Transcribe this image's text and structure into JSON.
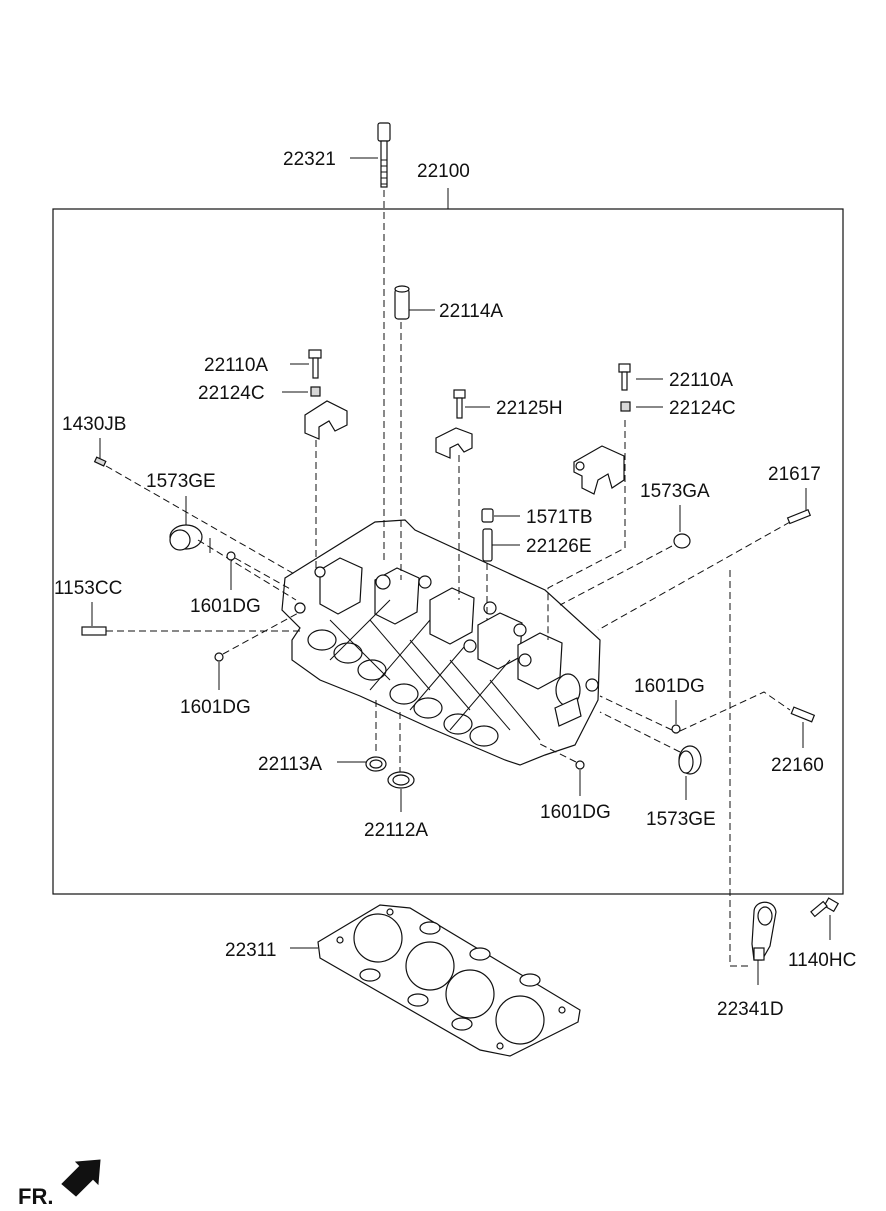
{
  "labels": {
    "p22321": "22321",
    "p22100": "22100",
    "p22114A": "22114A",
    "p22110A_left": "22110A",
    "p22124C_left": "22124C",
    "p22110A_right": "22110A",
    "p22124C_right": "22124C",
    "p22125H": "22125H",
    "p1430JB": "1430JB",
    "p1573GE_top": "1573GE",
    "p21617": "21617",
    "p1573GA": "1573GA",
    "p1571TB": "1571TB",
    "p22126E": "22126E",
    "p1153CC": "1153CC",
    "p1601DG_a": "1601DG",
    "p1601DG_b": "1601DG",
    "p1601DG_c": "1601DG",
    "p1601DG_d": "1601DG",
    "p22160": "22160",
    "p22113A": "22113A",
    "p22112A": "22112A",
    "p1573GE_bottom": "1573GE",
    "p22311": "22311",
    "p1140HC": "1140HC",
    "p22341D": "22341D",
    "fr": "FR."
  },
  "icons": {
    "front_arrow": "front-direction-arrow-icon"
  }
}
